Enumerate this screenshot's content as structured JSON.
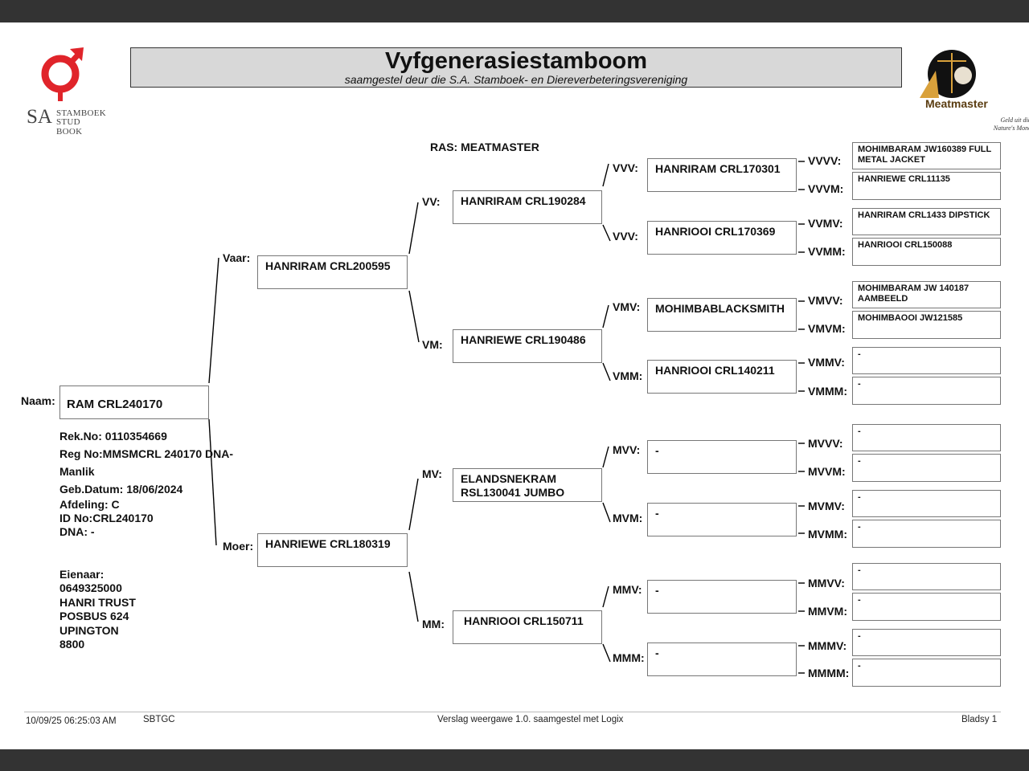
{
  "header": {
    "title": "Vyfgenerasiestamboom",
    "subtitle": "saamgestel deur die S.A. Stamboek- en Diereverbeteringsvereniging"
  },
  "logos": {
    "sa_letters": "SA",
    "sa_line1": "STAMBOEK",
    "sa_line2": "STUD BOOK",
    "sa_color": "#e0242a",
    "mm_brand": "Meatmaster",
    "mm_tag1": "Geld uit die veld",
    "mm_tag2": "Nature's Moneymaker"
  },
  "breed": "RAS: MEATMASTER",
  "animal": {
    "label": "Naam:",
    "name": "RAM CRL240170",
    "rek_no": "Rek.No: 0110354669",
    "reg_no": "Reg No:MMSMCRL 240170 DNA-",
    "sex": "Manlik",
    "birth_date": "Geb.Datum: 18/06/2024",
    "division": "Afdeling: C",
    "id_no": "ID No:CRL240170",
    "dna": "DNA: -"
  },
  "owner": {
    "label": "Eienaar:",
    "phone": "0649325000",
    "name": "HANRI TRUST",
    "address": "POSBUS 624",
    "town": "UPINGTON",
    "code": "8800"
  },
  "gen2": [
    {
      "label": "Vaar:",
      "name": "HANRIRAM CRL200595"
    },
    {
      "label": "Moer:",
      "name": "HANRIEWE CRL180319"
    }
  ],
  "gen3": [
    {
      "label": "VV:",
      "name": "HANRIRAM CRL190284"
    },
    {
      "label": "VM:",
      "name": "HANRIEWE CRL190486"
    },
    {
      "label": "MV:",
      "name": "ELANDSNEKRAM RSL130041 JUMBO"
    },
    {
      "label": "MM:",
      "name": "HANRIOOI CRL150711"
    }
  ],
  "gen4": [
    {
      "label": "VVV:",
      "name": "HANRIRAM CRL170301"
    },
    {
      "label": "VVV:",
      "name": "HANRIOOI CRL170369"
    },
    {
      "label": "VMV:",
      "name": "MOHIMBABLACKSMITH"
    },
    {
      "label": "VMM:",
      "name": "HANRIOOI CRL140211"
    },
    {
      "label": "MVV:",
      "name": "-"
    },
    {
      "label": "MVM:",
      "name": "-"
    },
    {
      "label": "MMV:",
      "name": "-"
    },
    {
      "label": "MMM:",
      "name": "-"
    }
  ],
  "gen5": [
    {
      "label": "VVVV:",
      "name": "MOHIMBARAM JW160389 FULL METAL JACKET"
    },
    {
      "label": "VVVM:",
      "name": "HANRIEWE CRL11135"
    },
    {
      "label": "VVMV:",
      "name": "HANRIRAM CRL1433 DIPSTICK"
    },
    {
      "label": "VVMM:",
      "name": "HANRIOOI CRL150088"
    },
    {
      "label": "VMVV:",
      "name": "MOHIMBARAM JW 140187 AAMBEELD"
    },
    {
      "label": "VMVM:",
      "name": "MOHIMBAOOI JW121585"
    },
    {
      "label": "VMMV:",
      "name": "-"
    },
    {
      "label": "VMMM:",
      "name": "-"
    },
    {
      "label": "MVVV:",
      "name": "-"
    },
    {
      "label": "MVVM:",
      "name": "-"
    },
    {
      "label": "MVMV:",
      "name": "-"
    },
    {
      "label": "MVMM:",
      "name": "-"
    },
    {
      "label": "MMVV:",
      "name": "-"
    },
    {
      "label": "MMVM:",
      "name": "-"
    },
    {
      "label": "MMMV:",
      "name": "-"
    },
    {
      "label": "MMMM:",
      "name": "-"
    }
  ],
  "footer": {
    "timestamp": "10/09/25 06:25:03 AM",
    "org": "SBTGC",
    "version": "Verslag weergawe 1.0. saamgestel met Logix",
    "page": "Bladsy 1"
  }
}
